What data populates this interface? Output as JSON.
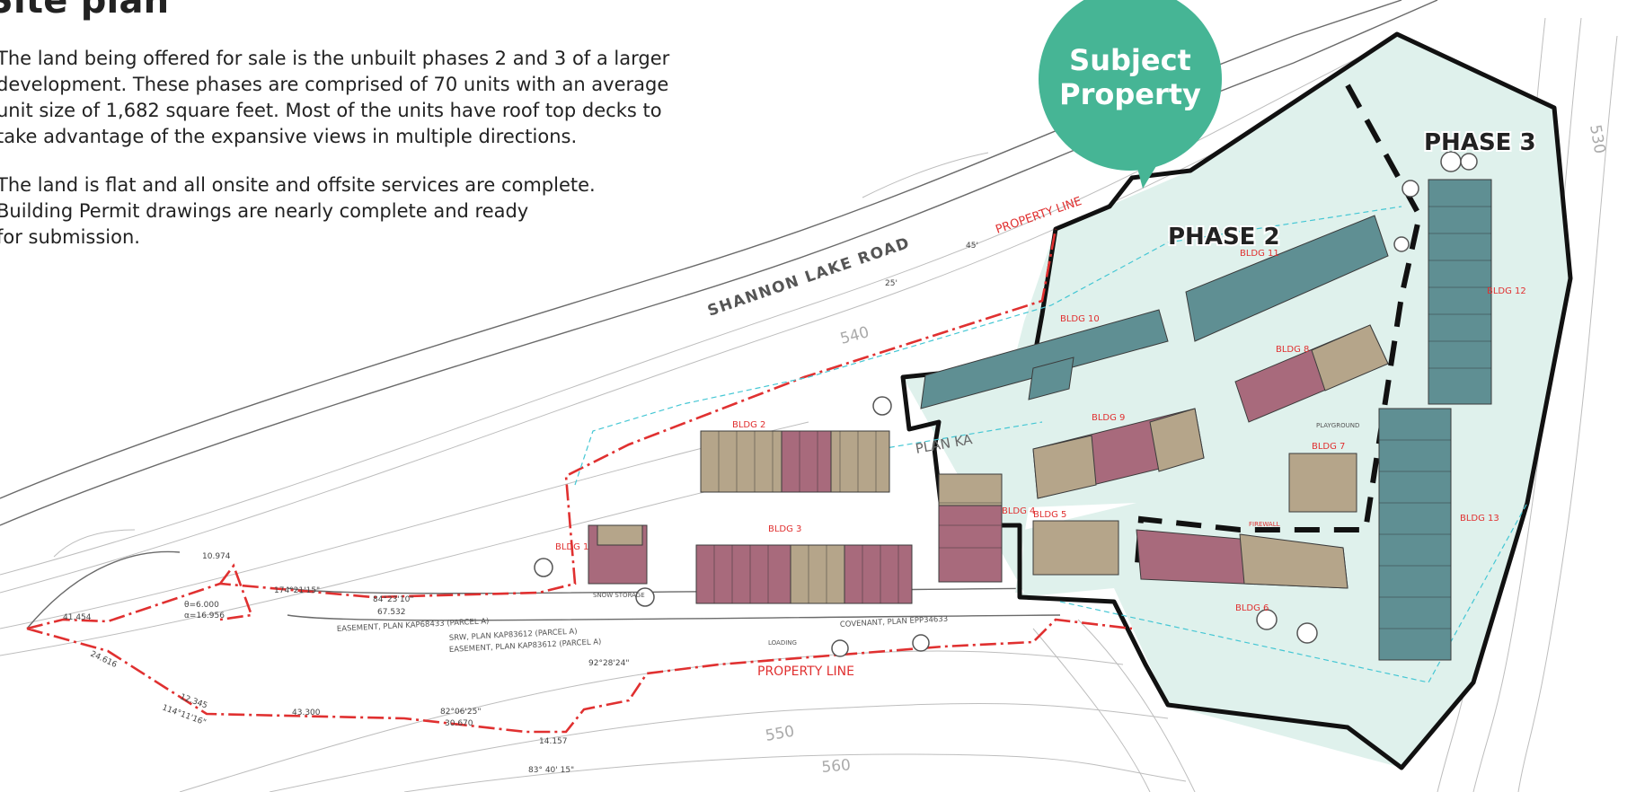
{
  "heading": "Site plan",
  "description": {
    "paragraph_1": [
      "The land being offered for sale is the unbuilt phases 2 and 3 of a larger",
      "development. These phases are comprised of 70 units with an average",
      "unit size of 1,682 square feet. Most of the units have roof top decks to",
      "take advantage of the expansive views in multiple directions."
    ],
    "paragraph_2": [
      "The land is flat and all onsite and offsite services are complete.",
      "Building Permit drawings are nearly complete and ready",
      "for submission."
    ]
  },
  "callout": {
    "line_1": "Subject",
    "line_2": "Property"
  },
  "phase_labels": {
    "phase_2": "PHASE 2",
    "phase_3": "PHASE 3"
  },
  "road_label": "SHANNON LAKE ROAD",
  "property_line_labels": [
    "PROPERTY LINE",
    "PROPERTY LINE"
  ],
  "plan_label": "PLAN KA",
  "easement_labels": [
    "EASEMENT, PLAN KAP68433 (PARCEL A)",
    "SRW, PLAN KAP83612 (PARCEL A)",
    "EASEMENT, PLAN KAP83612 (PARCEL A)",
    "COVENANT, PLAN EPP34633"
  ],
  "buildings": [
    "BLDG 1",
    "BLDG 2",
    "BLDG 3",
    "BLDG 4",
    "BLDG 5",
    "BLDG 6",
    "BLDG 7",
    "BLDG 8",
    "BLDG 9",
    "BLDG 10",
    "BLDG 11",
    "BLDG 12",
    "BLDG 13"
  ],
  "misc_labels": [
    "PLAYGROUND",
    "SNOW STORAGE",
    "FIREWALL",
    "LOADING"
  ],
  "contour_labels": [
    "530",
    "540",
    "550",
    "560"
  ],
  "dimension_labels": [
    "84°23'10\"",
    "67.532",
    "174°21'15\"",
    "43.300",
    "30.670",
    "82°06'25\"",
    "14.157",
    "83° 40' 15\"",
    "92°28'24\"",
    "12.345",
    "114°11'16\"",
    "24.616",
    "41.454",
    "10.974",
    "θ=6.000",
    "α=16.956",
    "25'",
    "45'"
  ],
  "colors": {
    "callout_bg": "#46b595",
    "subject_fill": "#dff1ec",
    "building_teal": "#5f8f93",
    "building_tan": "#b5a58a",
    "building_rose": "#a86a7c",
    "property_line": "#e03030",
    "boundary": "#111111"
  }
}
